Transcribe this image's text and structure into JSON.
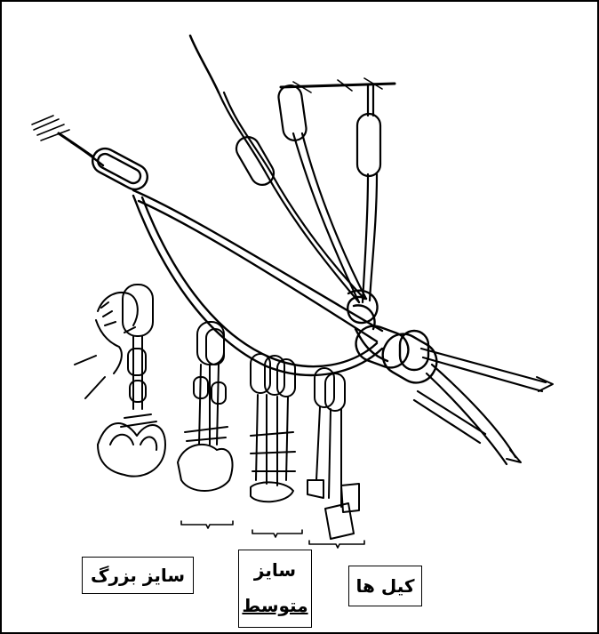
{
  "labels": {
    "large_size": "سایز بزرگ",
    "medium_size_line1": "سایز",
    "medium_size_line2": "متوسط",
    "key": "کیل ها"
  },
  "colors": {
    "ink": "#000000",
    "paper": "#ffffff"
  }
}
